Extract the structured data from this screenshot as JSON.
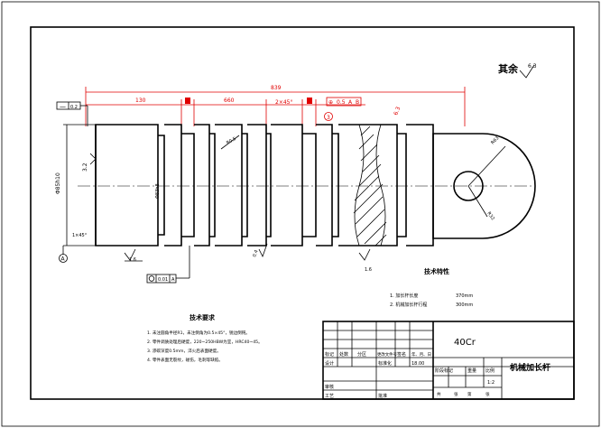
{
  "roughness_other": {
    "label": "其余",
    "value": "6.3"
  },
  "dims": {
    "total_length": "839",
    "seg1": "130",
    "seg3": "660",
    "chamfer": "2×45°",
    "dia_left": "Φ85h10",
    "dia_mid": "Φ83h8",
    "radius_big": "R63",
    "radius_right": "R32",
    "angle_left": "1×45°",
    "radius_groove": "R0.5",
    "rough_left": "3.2",
    "rough_right_top": "6.3",
    "rough_bottom_left": "1.6",
    "rough_bottom_right": "1.6",
    "rough_groove": "0.4"
  },
  "datum": {
    "tag": "A",
    "callout_left": "—",
    "callout_value": "0.2",
    "circ_value": "0.01",
    "circ_ref": "A"
  },
  "position_tol": {
    "num": "3",
    "value": "0.5",
    "ref1": "A",
    "ref2": "B"
  },
  "tech_note": {
    "title": "技术要求",
    "lines": [
      "1. 未注圆角半径R1，未注倒角为0.5×45°，锐边倒钝。",
      "2. 零件调质处理后硬度，220~250HBW为宜，HRC40~45。",
      "3. 渗碳深度0.5mm，淬火后表面硬度。",
      "4. 零件表面无裂纹，碰伤，毛刺等缺陷。"
    ]
  },
  "tech_spec": {
    "title": "技术特性",
    "rows": [
      {
        "k": "1. 加长杆长度",
        "v": "370mm"
      },
      {
        "k": "2. 机械加长杆行程",
        "v": "300mm"
      }
    ]
  },
  "title_block": {
    "material": "40Cr",
    "name": "机械加长杆",
    "scale": "1:2",
    "ratio": "18.00",
    "header_cells": [
      "标记",
      "处数",
      "分区",
      "更改文件号",
      "签名",
      "年、月、日"
    ],
    "row_design": "设计",
    "row_std": "标准化",
    "row_stage": "阶段标记",
    "row_weight": "重量",
    "row_ratio": "比例",
    "row_review": "审核",
    "row_craft": "工艺",
    "row_approve": "批准",
    "bottom_labels": [
      "共",
      "张",
      "第",
      "张"
    ]
  }
}
